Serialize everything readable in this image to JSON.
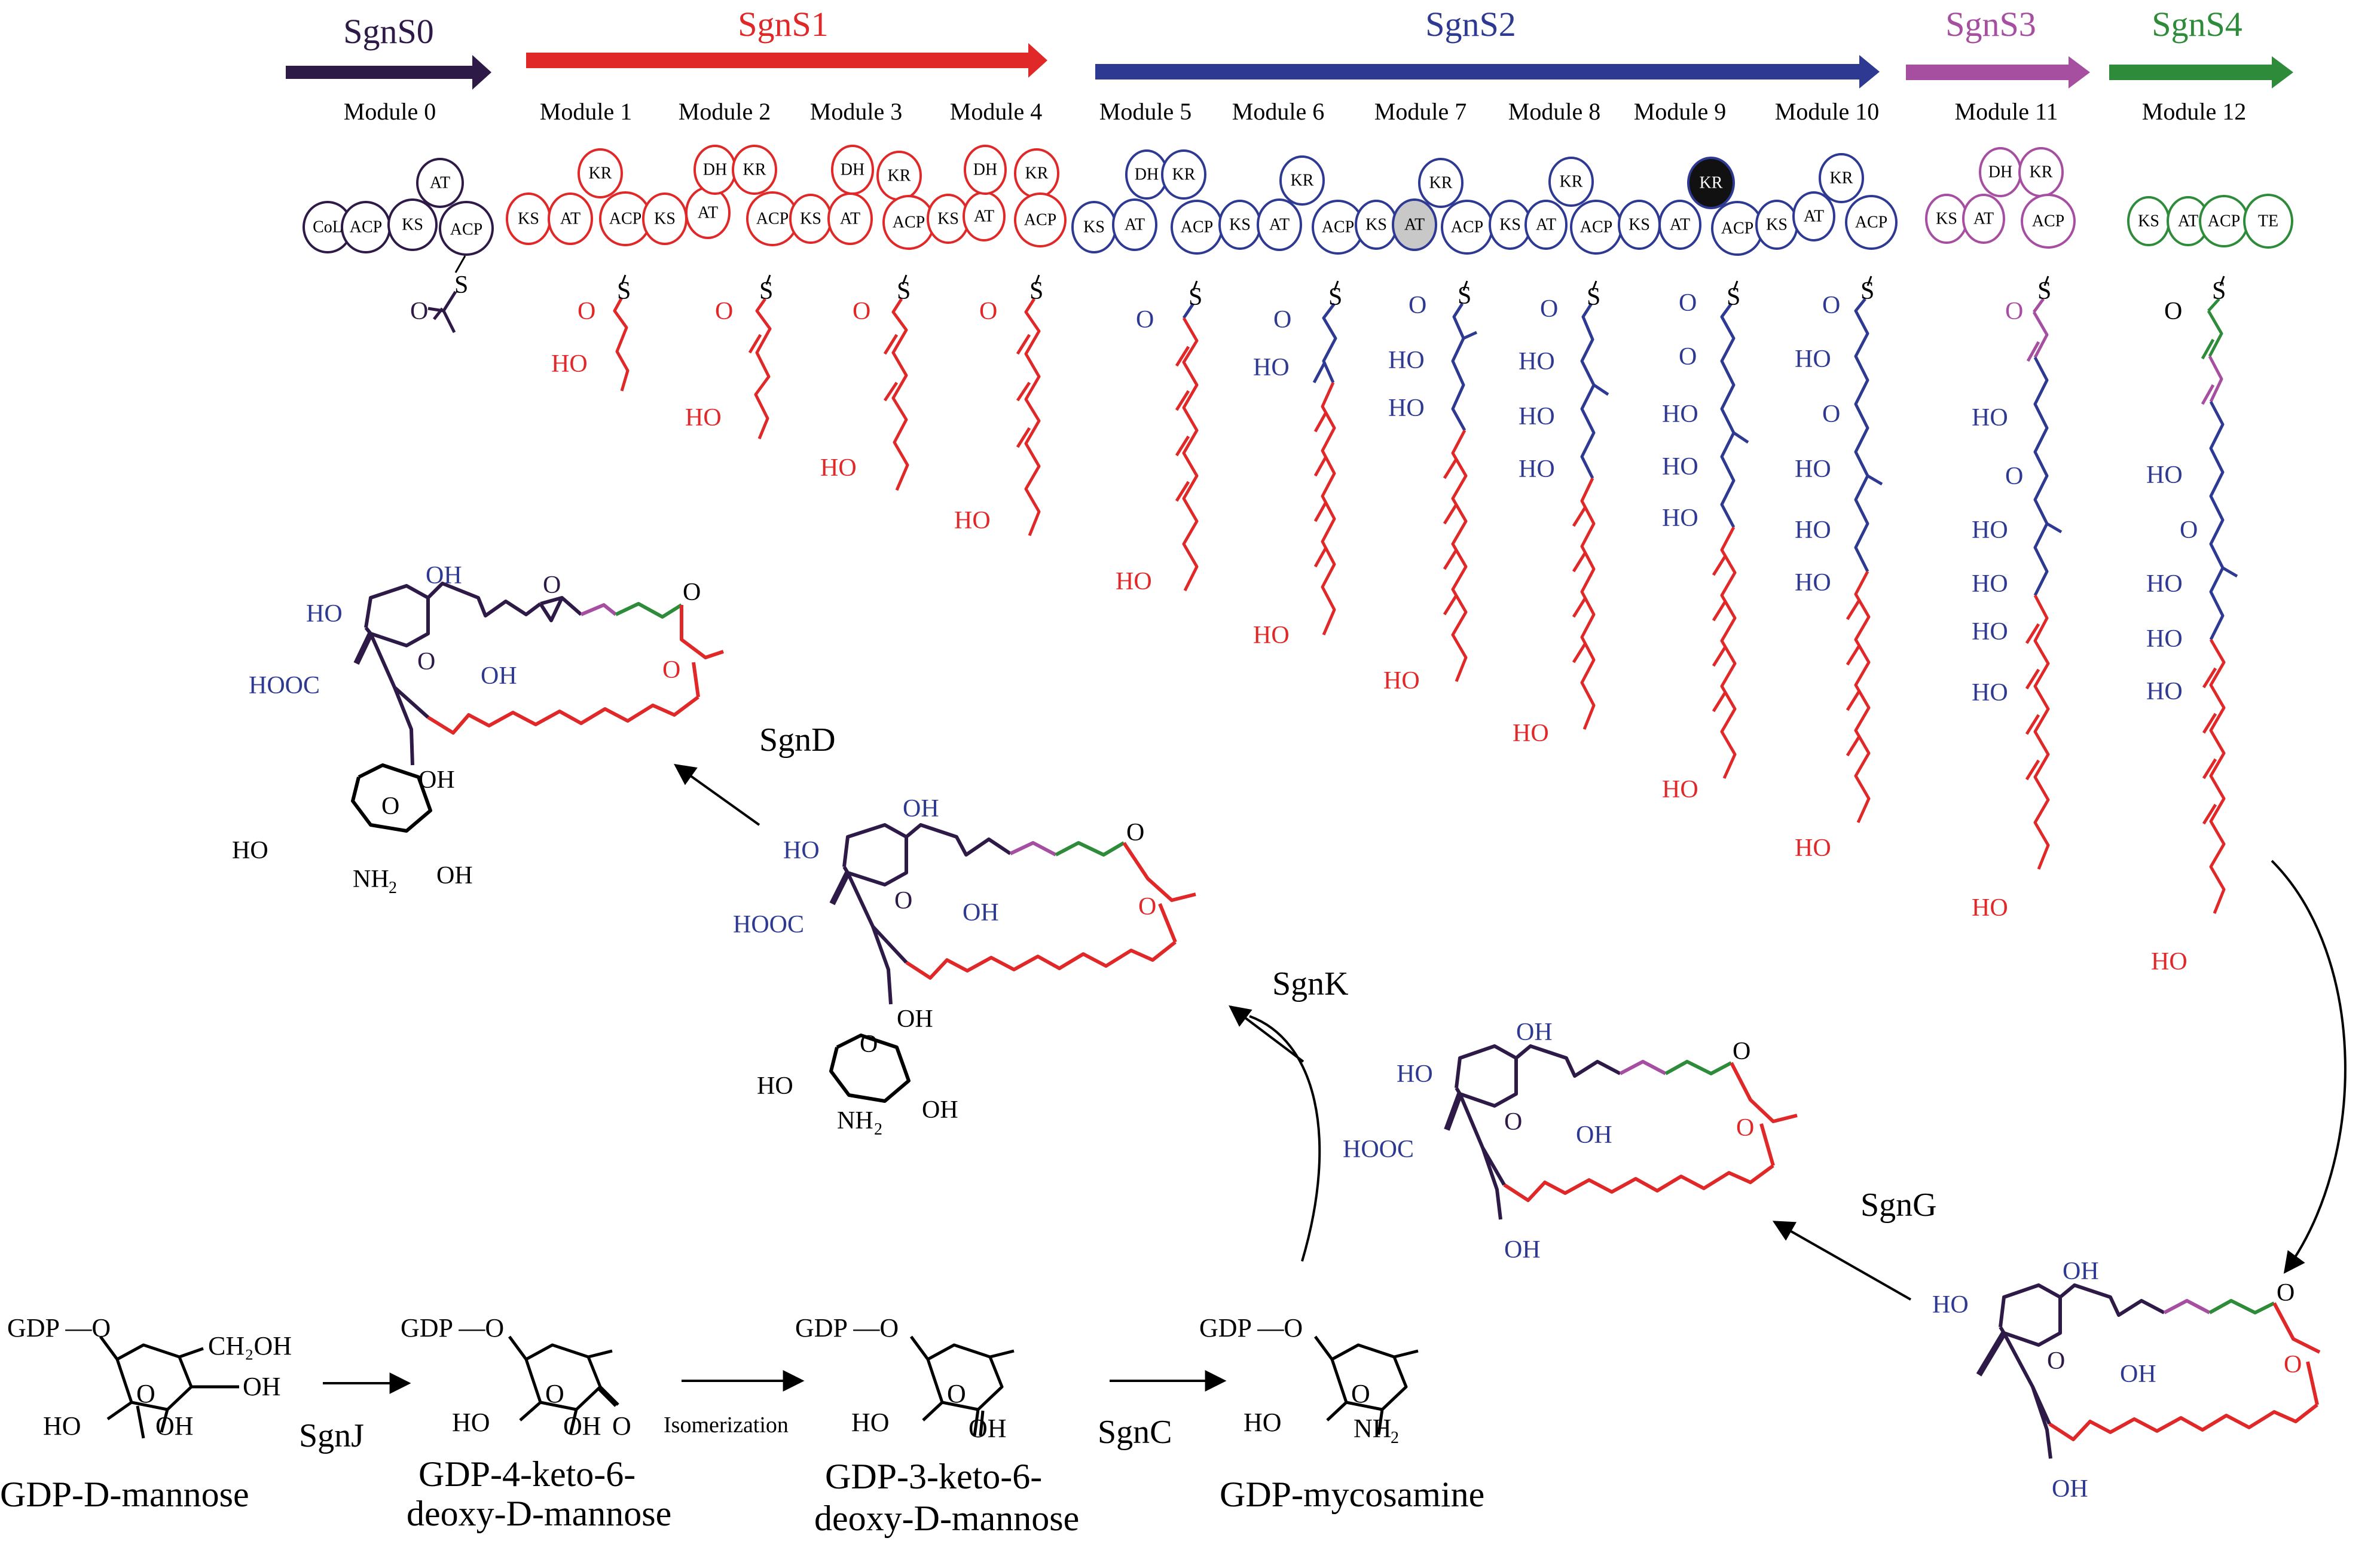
{
  "colors": {
    "sgns0": "#2e1a47",
    "sgns1": "#e02828",
    "sgns2": "#2e3a92",
    "sgns3": "#a64ea0",
    "sgns4": "#2e8b3a",
    "black": "#000000",
    "at_inactive": "#c8c8c8",
    "kr_inactive": "#111111"
  },
  "genes": [
    {
      "name": "SgnS0",
      "color_key": "sgns0"
    },
    {
      "name": "SgnS1",
      "color_key": "sgns1"
    },
    {
      "name": "SgnS2",
      "color_key": "sgns2"
    },
    {
      "name": "SgnS3",
      "color_key": "sgns3"
    },
    {
      "name": "SgnS4",
      "color_key": "sgns4"
    }
  ],
  "modules": [
    "Module 0",
    "Module 1",
    "Module 2",
    "Module 3",
    "Module 4",
    "Module 5",
    "Module 6",
    "Module 7",
    "Module 8",
    "Module 9",
    "Module 10",
    "Module 11",
    "Module 12"
  ],
  "domains": {
    "m0": [
      "CoL",
      "ACP",
      "KS",
      "ACP",
      "AT"
    ],
    "m1": [
      "KS",
      "AT",
      "ACP",
      "KR"
    ],
    "m2": [
      "KS",
      "AT",
      "ACP",
      "DH",
      "KR"
    ],
    "m3": [
      "KS",
      "AT",
      "ACP",
      "DH",
      "KR"
    ],
    "m4": [
      "KS",
      "AT",
      "ACP",
      "DH",
      "KR"
    ],
    "m5": [
      "KS",
      "AT",
      "ACP",
      "DH",
      "KR"
    ],
    "m6": [
      "KS",
      "AT",
      "ACP",
      "KR"
    ],
    "m7": [
      "KS",
      "AT",
      "ACP",
      "KR"
    ],
    "m8": [
      "KS",
      "AT",
      "ACP",
      "KR"
    ],
    "m9": [
      "KS",
      "AT",
      "ACP",
      "KR"
    ],
    "m10": [
      "KS",
      "AT",
      "ACP",
      "KR"
    ],
    "m11": [
      "KS",
      "AT",
      "ACP",
      "DH",
      "KR"
    ],
    "m12": [
      "KS",
      "AT",
      "ACP",
      "TE"
    ]
  },
  "atoms": {
    "S": "S",
    "O": "O",
    "HO": "HO",
    "OH": "OH",
    "HOOC": "HOOC",
    "NH2": "NH",
    "sub2": "2"
  },
  "enzymes": [
    "SgnD",
    "SgnK",
    "SgnG",
    "SgnJ",
    "SgnC"
  ],
  "steps": {
    "isomerization": "Isomerization"
  },
  "sugars": {
    "s1_top": "GDP —O",
    "s1_ch2oh": "CH₂OH",
    "s1_name": "GDP-D-mannose",
    "s2_top": "GDP —O",
    "s2_name1": "GDP-4-keto-6-",
    "s2_name2": "deoxy-D-mannose",
    "s3_top": "GDP —O",
    "s3_name1": "GDP-3-keto-6-",
    "s3_name2": "deoxy-D-mannose",
    "s4_top": "GDP —O",
    "s4_name": "GDP-mycosamine"
  }
}
